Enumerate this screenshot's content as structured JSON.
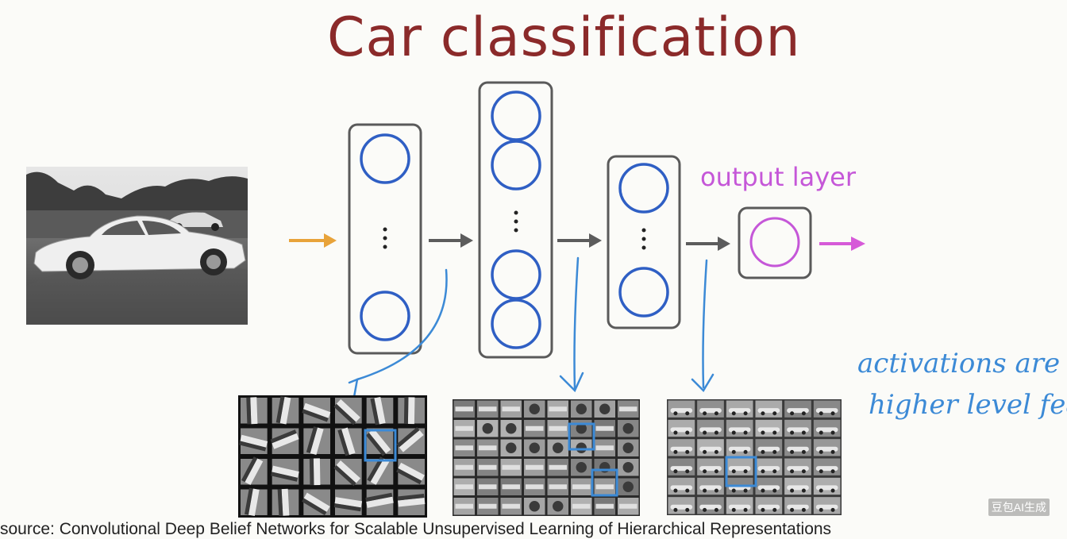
{
  "title": "Car classification",
  "output_label": "output layer",
  "handwritten_note": {
    "line1": "activations are",
    "line2": "higher level feat"
  },
  "source_line": "source: Convolutional Deep Belief Networks for Scalable Unsupervised Learning of Hierarchical Representations",
  "watermark": "豆包AI生成",
  "colors": {
    "title": "#8b2a2a",
    "output_label": "#c557d8",
    "input_arrow": "#e8a33a",
    "output_arrow": "#d65ad8",
    "layer_neuron": "#2f5fc4",
    "output_neuron": "#c557d8",
    "annotation": "#3c8ad6"
  }
}
